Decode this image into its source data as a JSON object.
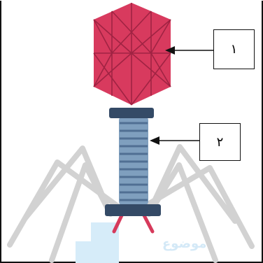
{
  "labels": {
    "head": "١",
    "tail": "٢"
  },
  "watermark": "موضوع",
  "colors": {
    "head": "#d83a5e",
    "head_lines": "#a02343",
    "collar": "#344a66",
    "tail_sheath": "#7f9fbe",
    "tail_rings": "#506f93",
    "baseplate": "#344a66",
    "tail_fibers": "#d4d4d4",
    "spikes": "#d63a5b",
    "frame": "#111111"
  }
}
